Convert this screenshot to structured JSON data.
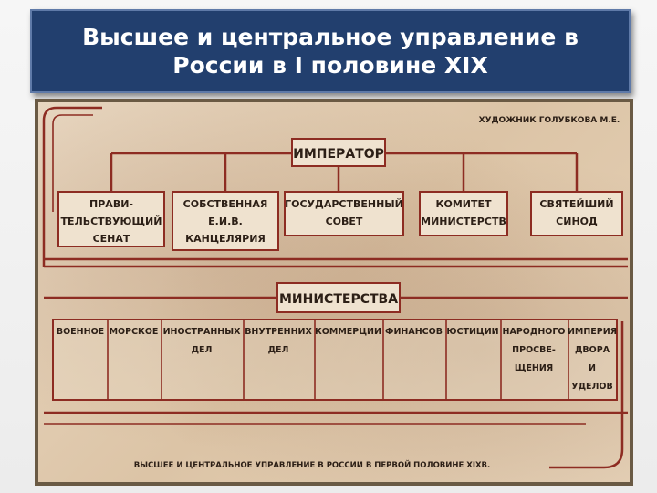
{
  "title": {
    "line1": "Высшее и центральное управление в",
    "line2": "России в I половине XIX"
  },
  "picture": {
    "artist": "ХУДОЖНИК ГОЛУБКОВА М.Е.",
    "emperor": "ИМПЕРАТОР",
    "top_bodies": [
      [
        "ПРАВИ-",
        "ТЕЛЬСТВУЮЩИЙ",
        "СЕНАТ"
      ],
      [
        "СОБСТВЕННАЯ",
        "Е.И.В.",
        "КАНЦЕЛЯРИЯ"
      ],
      [
        "ГОСУДАРСТВЕННЫЙ",
        "СОВЕТ"
      ],
      [
        "КОМИТЕТ",
        "МИНИСТЕРСТВ"
      ],
      [
        "СВЯТЕЙШИЙ",
        "СИНОД"
      ]
    ],
    "ministries_header": "МИНИСТЕРСТВА",
    "ministries": [
      [
        "ВОЕННОЕ"
      ],
      [
        "МОРСКОЕ"
      ],
      [
        "ИНОСТРАННЫХ",
        "ДЕЛ"
      ],
      [
        "ВНУТРЕННИХ",
        "ДЕЛ"
      ],
      [
        "КОММЕРЦИИ"
      ],
      [
        "ФИНАНСОВ"
      ],
      [
        "ЮСТИЦИИ"
      ],
      [
        "НАРОДНОГО",
        "ПРОСВЕ-",
        "ЩЕНИЯ"
      ],
      [
        "ИМПЕРИЯ",
        "ДВОРА",
        "И",
        "УДЕЛОВ"
      ]
    ],
    "caption": "ВЫСШЕЕ И ЦЕНТРАЛЬНОЕ УПРАВЛЕНИЕ В РОССИИ В ПЕРВОЙ ПОЛОВИНЕ XIXВ."
  }
}
